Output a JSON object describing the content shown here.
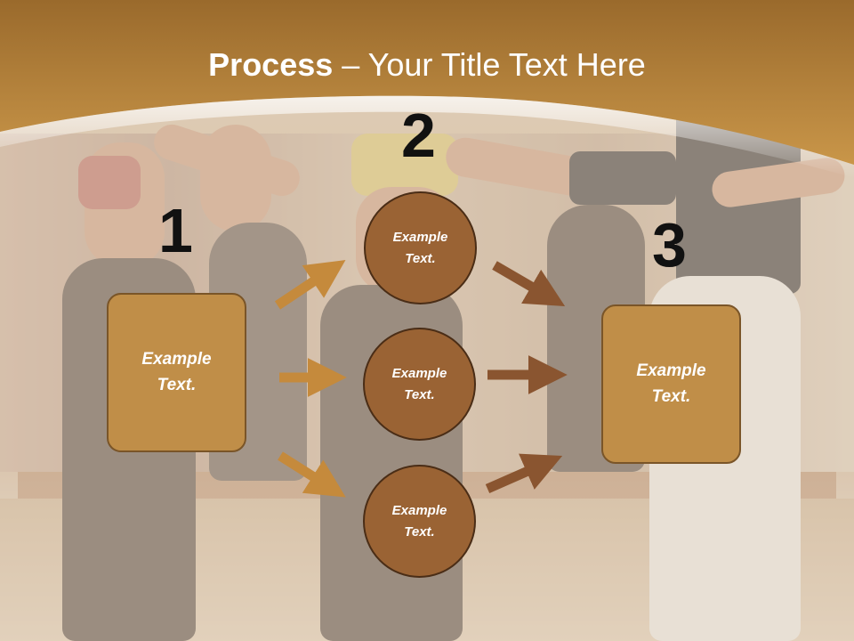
{
  "title": {
    "bold": "Process",
    "rest": " – Your Title Text Here"
  },
  "steps": [
    {
      "number": "1",
      "label": "Example Text."
    },
    {
      "number": "2",
      "labels": [
        "Example Text.",
        "Example Text.",
        "Example Text."
      ]
    },
    {
      "number": "3",
      "label": "Example Text."
    }
  ],
  "colors": {
    "header": "#b07a35",
    "box_fill": "#c08e48",
    "circle_fill": "#9a6334",
    "arrow_light": "#c58a3c",
    "arrow_dark": "#8a5530"
  }
}
